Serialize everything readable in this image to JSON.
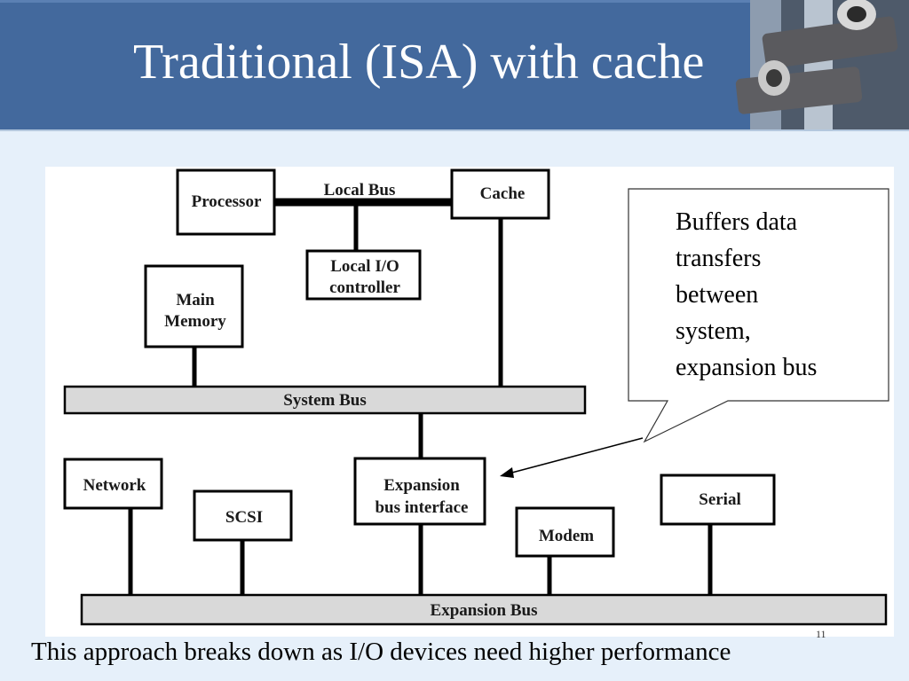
{
  "slide": {
    "title": "Traditional (ISA) with cache",
    "slide_number": "11",
    "footer_note": "This approach breaks down as I/O devices need higher performance"
  },
  "diagram": {
    "components": {
      "processor": [
        "Processor"
      ],
      "cache": [
        "Cache"
      ],
      "local_io_controller": [
        "Local I/O",
        "controller"
      ],
      "main_memory": [
        "Main",
        "Memory"
      ],
      "network": [
        "Network"
      ],
      "scsi": [
        "SCSI"
      ],
      "expansion_bus_interface": [
        "Expansion",
        "bus interface"
      ],
      "modem": [
        "Modem"
      ],
      "serial": [
        "Serial"
      ]
    },
    "buses": {
      "local_bus": "Local Bus",
      "system_bus": "System Bus",
      "expansion_bus": "Expansion Bus"
    },
    "callout": {
      "lines": [
        "Buffers data",
        "transfers",
        "between",
        "system,",
        "expansion bus"
      ]
    }
  },
  "colors": {
    "header": "#43699d",
    "slide_background": "#e6f0fa",
    "diagram_panel": "#ffffff",
    "bus_fill": "#d9d9d9"
  }
}
